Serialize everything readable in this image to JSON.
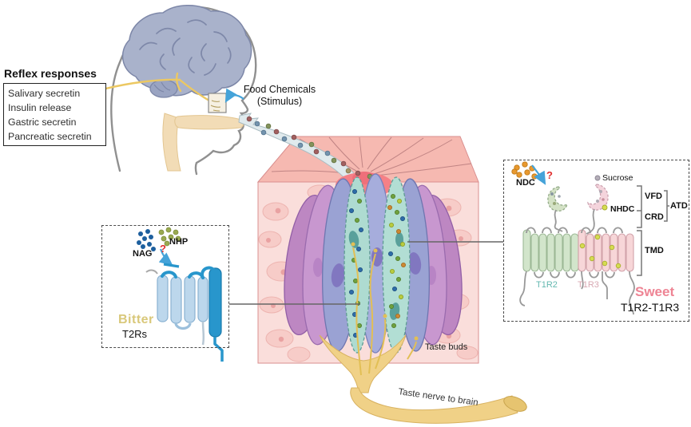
{
  "reflex_panel": {
    "title": "Reflex responses",
    "items": [
      "Salivary secretin",
      "Insulin release",
      "Gastric secretin",
      "Pancreatic secretin"
    ]
  },
  "stimulus_label": {
    "line1": "Food Chemicals",
    "line2": "(Stimulus)"
  },
  "tissue": {
    "taste_buds": "Taste buds",
    "taste_nerve": "Taste nerve to brain"
  },
  "bitter_panel": {
    "ligand_nag": "NAG",
    "ligand_nhp": "NHP",
    "question_mark": "?",
    "title": "Bitter",
    "receptor": "T2Rs"
  },
  "sweet_panel": {
    "ligand_ndc": "NDC",
    "question_mark": "?",
    "sucrose": "Sucrose",
    "nhdc": "NHDC",
    "domain_vfd": "VFD",
    "domain_crd": "CRD",
    "domain_atd": "ATD",
    "domain_tmd": "TMD",
    "subunit_t1r2": "T1R2",
    "subunit_t1r3": "T1R3",
    "title": "Sweet",
    "receptor": "T1R2-T1R3"
  },
  "colors": {
    "bitter_title": "#d9c87a",
    "sweet_title": "#ee8494",
    "t1r2_label": "#64b8b0",
    "t1r3_label": "#d8a8b2",
    "question_mark": "#e03030",
    "arrow_blue": "#45a3d9",
    "nag_dots": "#1d5f9e",
    "nhp_dots": "#9aaa50",
    "ndc_dots": "#e8992f",
    "nerve_yellow": "#f0d187",
    "taste_pore": "#f58086",
    "brain": "#a9b2cb",
    "tissue_top": "#f6b9b1",
    "tissue_front": "#fadedb"
  }
}
